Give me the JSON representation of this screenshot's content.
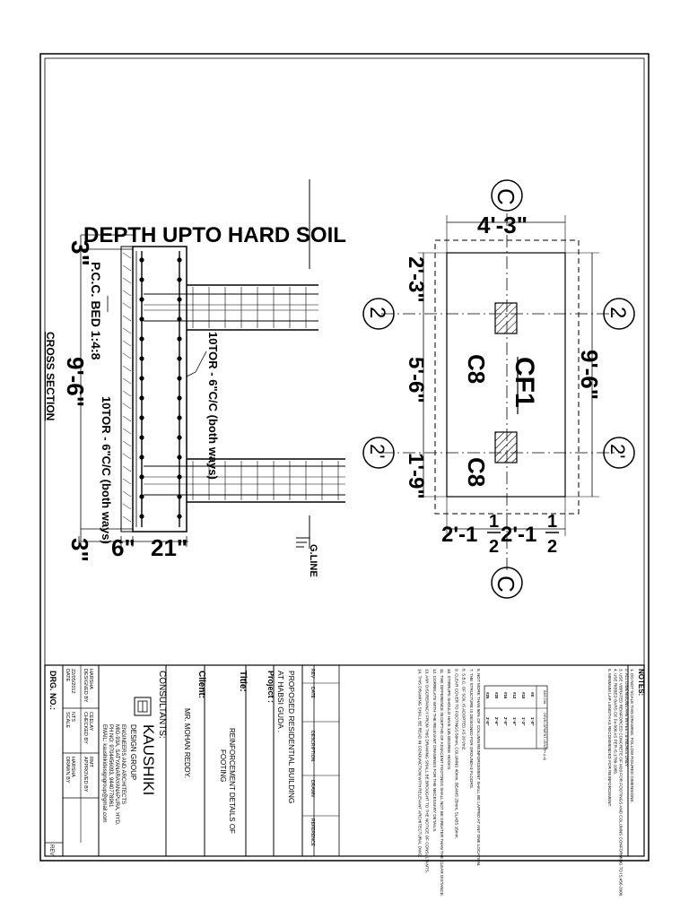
{
  "cross_section": {
    "title": "CROSS SECTION",
    "depth_label": "DEPTH UPTO HARD SOIL",
    "top_dim": "3\"",
    "pcc_label": "P.C.C. BED 1:4:8",
    "width_label": "9'-6\"",
    "bottom_bars_label": "10TOR - 6\"C/C (both ways)",
    "top_bars_label": "10TOR - 6\"C/C (both ways)",
    "left_bottom_dim": "3\"",
    "dim_6": "6\"",
    "dim_21": "21\"",
    "gline_label": "G.LINE"
  },
  "plan": {
    "footing_name": "CF1",
    "column_1": "C8",
    "column_2": "C8",
    "grid_c": "C",
    "grid_2": "2",
    "grid_2p": "2'",
    "dim_top": "4'-3\"",
    "dim_right": "9'-6\"",
    "dim_left_1": "2'-3\"",
    "dim_left_2": "5'-6\"",
    "dim_left_3": "1'-9\"",
    "dim_bottom_whole": "2'-1",
    "dim_bottom_num": "1",
    "dim_bottom_den": "2"
  },
  "notes": {
    "header": "NOTES:",
    "lines": [
      "1. DO NOT SCALE THIS DRAWING. FOLLOW FIGURED DIMENSIONS.",
      "2. ALL DIMENSIONS ARE IN FEET & INCHES ONLY.",
      "3. USE VIBRATED REINFORCED CONCRETE OF M20 FOR FOOTINGS AND COLUMNS CONFORMING TO IS:456-2000.",
      "4. USE RIBBED BARS OF Fe-500 AS PER IS:1786-1985.",
      "5. MINIMUM LAP LENGTH AS RECOMMENDED FOR REINFORCEMENT."
    ],
    "table_headers": [
      "BAR DIA.",
      "DEVELOPMENT LENGTH (Ld)"
    ],
    "table_rows": [
      [
        "#8",
        "1'-0\""
      ],
      [
        "#10",
        "1'-3\""
      ],
      [
        "#12",
        "1'-6\""
      ],
      [
        "#16",
        "2'-0\""
      ],
      [
        "#20",
        "2'-6\""
      ],
      [
        "#25",
        "3'-0\""
      ]
    ],
    "lines_2": [
      "6. NOT MORE THAN 50% OF COLUMN REINFORCEMENT SHALL BE LAPPED AT ANY ONE LOCATION.",
      "7. THE STRUCTURE IS DESIGNED FOR GROUND+3 FLOORS.",
      "8. S.B.C. OF SOIL IS ADOPTED AS 20 t/m2.",
      "9. CLEAR COVER TO FOOTINGS 50mm, COLUMNS 40mm, BEAMS 25mm, SLABS 15mm.",
      "10. STIRRUPS SHOULD HAVE 135 DEGREE HOOKS.",
      "11. THE DIFFERENCE IN DEPTHS OF ADJACENT FOOTINGS SHALL NOT BE GREATER THAN THE CLEAR DISTANCE.",
      "12. CORRELATE WITH THE RELEVANT DRAWINGS FOR THE NECESSARY DETAILS.",
      "13. ANY DISCREPANCY FROM THIS DRAWING SHALL BE BROUGHT TO THE NOTICE OF CONSULTANTS.",
      "14. THIS DRAWING SHALL BE READ IN CONJUNCTION WITH RELEVANT ARCHITECTURAL DWG."
    ]
  },
  "revision": {
    "headers": [
      "REV",
      "DATE",
      "DESCRIPTION",
      "DRAWN",
      "REFERENCE"
    ]
  },
  "title_block": {
    "project_label": "Project :",
    "project_line1": "PROPOSED RESIDENTIAL BUILDING",
    "project_line2": "AT HABSI GUDA .",
    "title_label": "Title:",
    "title_line1": "REINFORCEMENT DETAILS OF",
    "title_line2": "FOOTING",
    "client_label": "Client:",
    "client_name": "MR. MOHAN REDDY.",
    "consultants_label": "CONSULTANTS:",
    "firm_name": "KAUSHIKI",
    "firm_sub": "DESIGN GROUP",
    "firm_lines": [
      "ENGINEERS AND ARCHITECTS",
      "MIG-93A, SATYANARAYANAPURA, HYD.",
      "PH NO: 9704456093, 9440778961",
      "EMAIL: kaushikidesigngroup@gmail.com"
    ],
    "date_label": "DATE",
    "date_value": "22/05/2012",
    "designed_label": "DESIGNED BY",
    "designed_value": "HARSHA",
    "scale_label": "SCALE",
    "scale_value": "NTS",
    "checked_label": "CHECKED BY",
    "checked_value": "CEELAY",
    "drawn_label": "DRAWN BY",
    "drawn_value": "HARSHA",
    "approved_label": "APPROVED BY",
    "approved_value": "RMT",
    "dwg_no_label": "DRG. NO.:",
    "rev_label": "REV"
  }
}
